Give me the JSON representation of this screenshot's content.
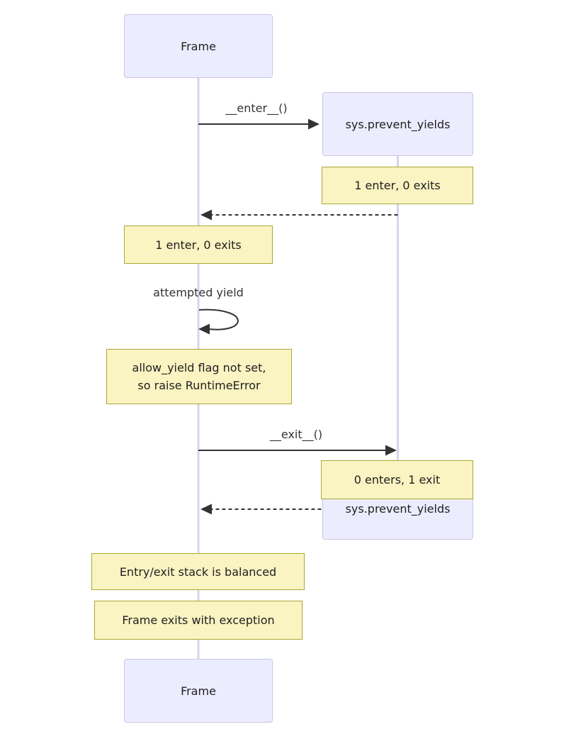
{
  "diagram": {
    "type": "sequence",
    "participants": [
      {
        "name": "Frame"
      },
      {
        "name": "sys.prevent_yields"
      }
    ],
    "labels": {
      "actor_frame_top": "Frame",
      "actor_sys_top": "sys.prevent_yields",
      "actor_sys_bottom": "sys.prevent_yields",
      "actor_frame_bottom": "Frame",
      "msg_enter": "__enter__()",
      "msg_self": "attempted yield",
      "msg_exit": "__exit__()",
      "note_sys_enter": "1 enter, 0 exits",
      "note_frame_enter": "1 enter, 0 exits",
      "note_yield_line1": "allow_yield flag not set,",
      "note_yield_line2": "so raise RuntimeError",
      "note_sys_exit": "0 enters, 1 exit",
      "note_balanced": "Entry/exit stack is balanced",
      "note_exception": "Frame exits with exception"
    },
    "messages": [
      {
        "from": "Frame",
        "to": "sys.prevent_yields",
        "label": "__enter__()",
        "style": "solid"
      },
      {
        "from": "sys.prevent_yields",
        "to": "Frame",
        "label": "",
        "style": "dashed"
      },
      {
        "from": "Frame",
        "to": "Frame",
        "label": "attempted yield",
        "style": "self"
      },
      {
        "from": "Frame",
        "to": "sys.prevent_yields",
        "label": "__exit__()",
        "style": "solid"
      },
      {
        "from": "sys.prevent_yields",
        "to": "Frame",
        "label": "",
        "style": "dashed"
      }
    ],
    "colors": {
      "background": "#ffffff",
      "actor_fill": "#ececff",
      "actor_border": "#cbc5e5",
      "note_fill": "#faf3c2",
      "note_border": "#aaaa33",
      "lifeline": "#d8d3ec",
      "arrow": "#333333",
      "text": "#1f1f1f"
    }
  }
}
